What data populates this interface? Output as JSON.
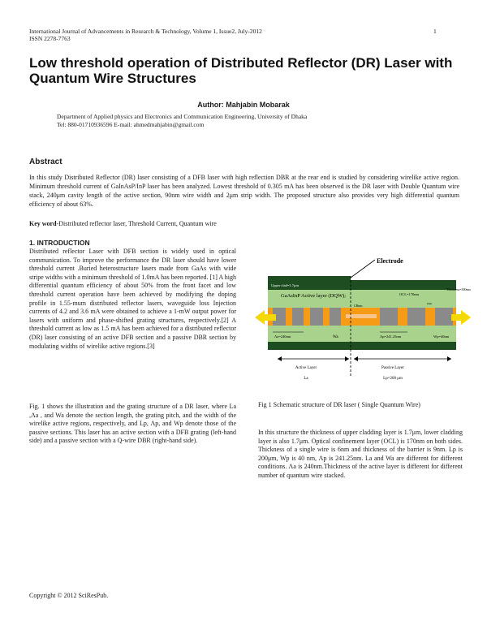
{
  "header": {
    "journal_line": "International Journal of Advancements in Research & Technology, Volume 1, Issue2, July-2012",
    "issn": "ISSN 2278-7763",
    "page_number": "1"
  },
  "title": "Low threshold operation of Distributed Reflector (DR) Laser with Quantum Wire Structures",
  "author": "Author: Mahjabin Mobarak",
  "affiliation": {
    "line1": "Department of Applied physics and Electronics and Communication Engineering, University of Dhaka",
    "line2": "Tel: 880-01710936596   E-mail: ahmedmahjabin@gmail.com"
  },
  "abstract": {
    "heading": "Abstract",
    "text": "In this study Distributed Reflector (DR) laser consisting of a DFB laser with high reflection DBR at the rear end is studied by considering wirelike active region. Minimum threshold current of GaInAsP/InP laser has been analyzed. Lowest threshold of 0.305 mA has been observed is the DR laser with Double Quantum wire stack, 240μm cavity length of the active section, 90nm wire width and 2μm strip width. The proposed structure also provides very high differential quantum efficiency of about 63%."
  },
  "keywords": {
    "label": "Key word",
    "text": "-Distributed reflector laser, Threshold Current, Quantum wire"
  },
  "intro": {
    "heading": "1. INTRODUCTION",
    "para1": "Distributed reflector Laser with DFB section is widely used in optical communication. To improve the performance the DR laser should have lower threshold current .Buried heterostructure lasers made from GaAs with wide stripe widths  with a minimum threshold of 1.0mA has been reported. [1] A high differential quantum efficiency of about 50% from the front facet and low threshold current operation have been achieved by modifying the doping profile in 1.55-mum distributed reflector lasers, waveguide loss  Injection currents of 4.2 and 3.6 mA were obtained to achieve a 1-mW output power for lasers with uniform and phase-shifted grating structures, respectively.[2] A threshold current as low as 1.5 mA has been achieved for a distributed reflector (DR) laser consisting of an active DFB section and a passive DBR section  by modulating widths of wirelike active regions.[3]",
    "para2": "Fig. 1 shows the illustration and the grating structure of a DR laser, where La ,Λa , and Wa denote the section length, the grating pitch, and the width of the wirelike active regions, respectively, and Lp, Λp, and Wp denote those of the passive sections. This laser has an active section with a DFB grating (left-hand side) and a passive section with a Q-wire DBR (right-hand side).",
    "para3": "In this structure the thickness of  upper cladding layer is 1.7μm, lower cladding layer is also 1.7μm. Optical confinement layer (OCL) is 170nm on both sides. Thickness of a single wire is 6nm and thickness of the barrier is 9nm. Lp is 200μm, Wp is 40 nm, Λp is 241.25nm. La and Wa are different for different conditions. Λa is 240nm.Thickness of the active layer is different for different number of quantum wire stacked."
  },
  "figure": {
    "electrode": "Electrode",
    "upper_clad": "Upper clad=1.7μm",
    "active_layer": "GaAsInP Active layer (DQW);",
    "ocl": "OCL=170nm",
    "thickness": "Thickness=300nm",
    "wire": "6nm",
    "barrier": "CBnm",
    "lambda_a": "Λa=240nm",
    "wa": "Wa",
    "lambda_p": "Λp=241.25nm",
    "wp": "Wp=40nm",
    "active_layer_label": "Active Layer",
    "la": "La",
    "passive_layer_label": "Passive Layer",
    "lp": "Lp=200 μm"
  },
  "caption": "Fig 1 Schematic structure of DR laser   ( Single Quantum Wire)",
  "footer": "Copyright © 2012 SciResPub.",
  "colors": {
    "dark_green": "#1f4d22",
    "light_green": "#a9d28c",
    "orange": "#f59b15",
    "grey_block": "#8a8a8a",
    "yellow_arrow": "#f3d900"
  }
}
